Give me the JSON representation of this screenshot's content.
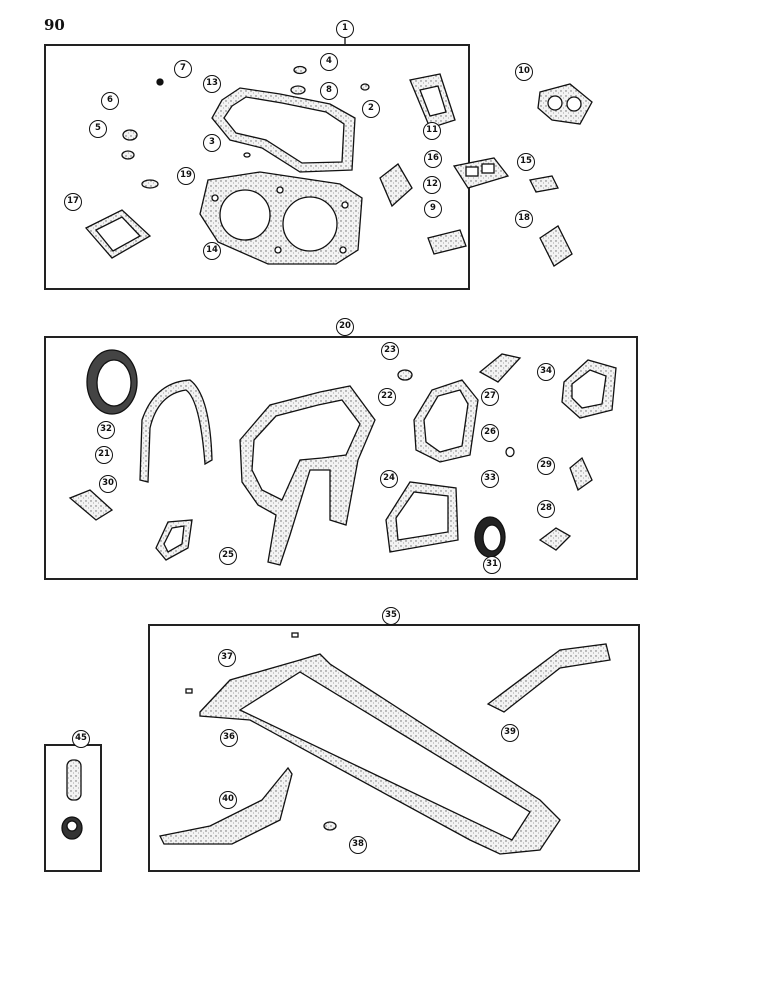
{
  "page": {
    "number": "90"
  },
  "groups": [
    {
      "id": "1",
      "items": [
        "2",
        "3",
        "4",
        "5",
        "6",
        "7",
        "8",
        "9",
        "10",
        "11",
        "12",
        "13",
        "14",
        "15",
        "16",
        "17",
        "18",
        "19"
      ]
    },
    {
      "id": "20",
      "items": [
        "21",
        "22",
        "23",
        "24",
        "25",
        "26",
        "27",
        "28",
        "29",
        "30",
        "31",
        "32",
        "33",
        "34"
      ]
    },
    {
      "id": "35",
      "items": [
        "36",
        "37",
        "38",
        "39",
        "40"
      ]
    },
    {
      "id": "45",
      "items": []
    }
  ],
  "callouts": {
    "c1": "1",
    "c2": "2",
    "c3": "3",
    "c4": "4",
    "c5": "5",
    "c6": "6",
    "c7": "7",
    "c8": "8",
    "c9": "9",
    "c10": "10",
    "c11": "11",
    "c12": "12",
    "c13": "13",
    "c14": "14",
    "c15": "15",
    "c16": "16",
    "c17": "17",
    "c18": "18",
    "c19": "19",
    "c20": "20",
    "c21": "21",
    "c22": "22",
    "c23": "23",
    "c24": "24",
    "c25": "25",
    "c26": "26",
    "c27": "27",
    "c28": "28",
    "c29": "29",
    "c30": "30",
    "c31": "31",
    "c32": "32",
    "c33": "33",
    "c34": "34",
    "c35": "35",
    "c36": "36",
    "c37": "37",
    "c38": "38",
    "c39": "39",
    "c40": "40",
    "c45": "45"
  }
}
